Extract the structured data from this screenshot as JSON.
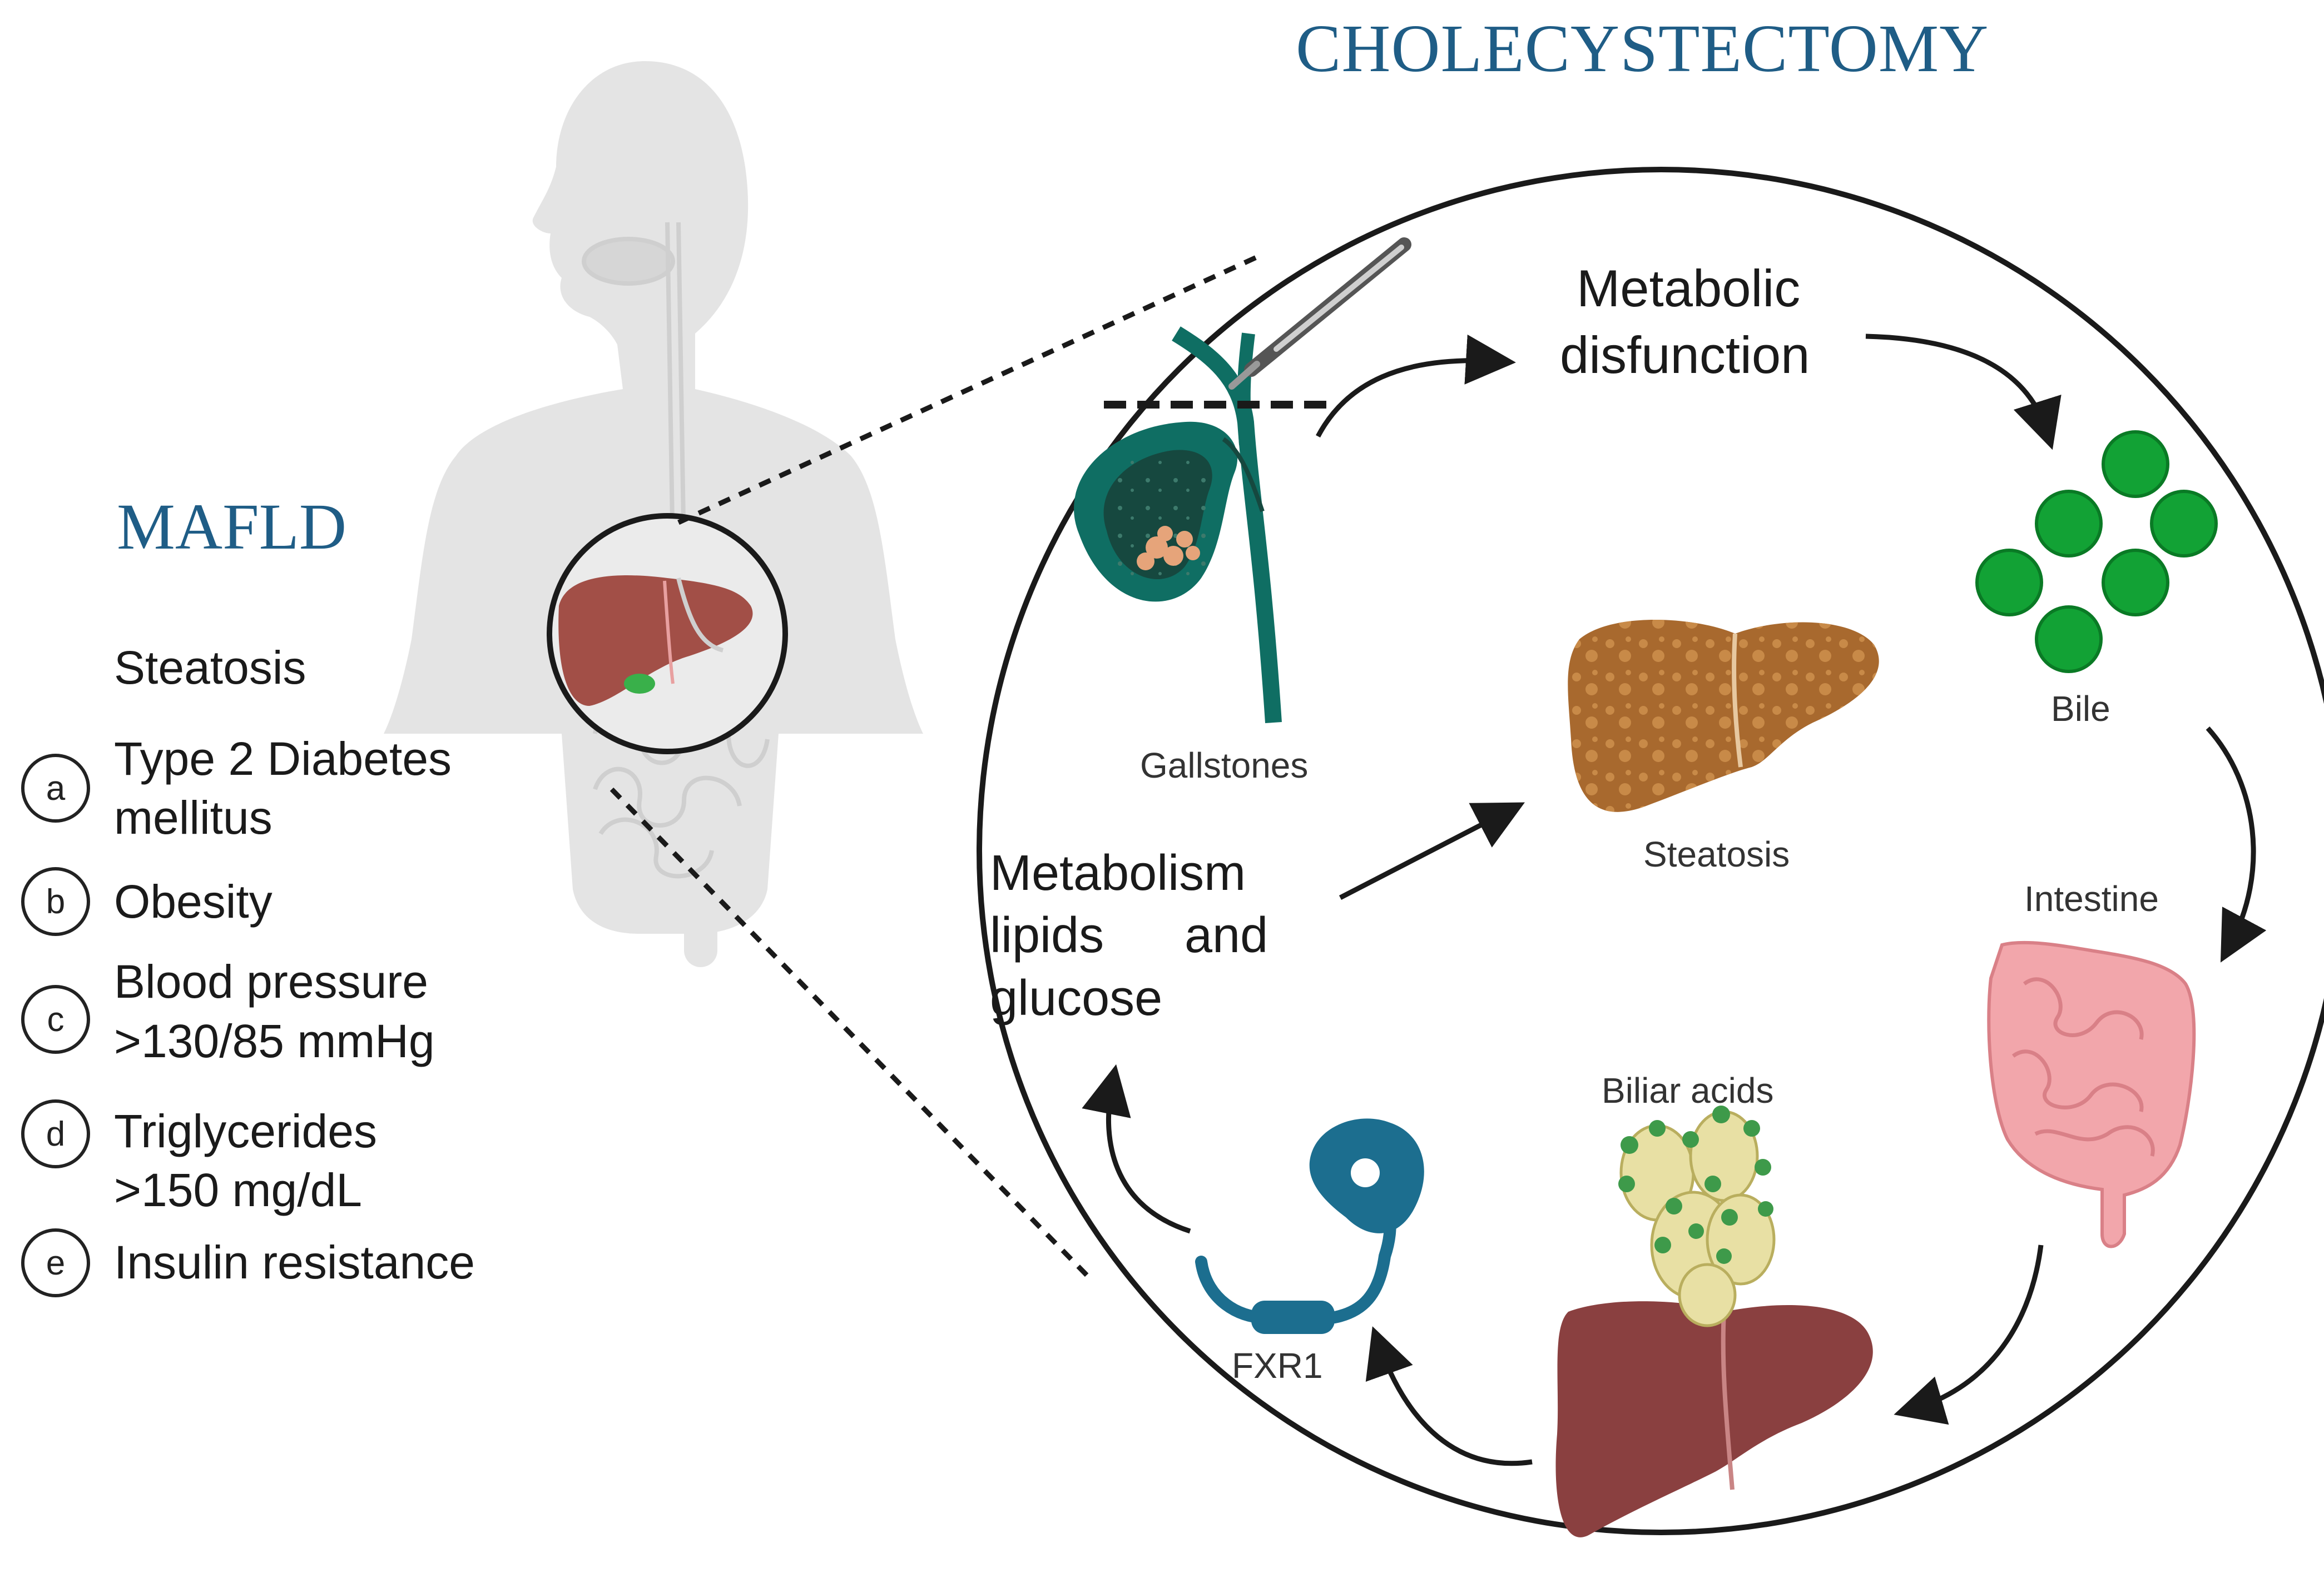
{
  "headings": {
    "main": "CHOLECYSTECTOMY",
    "left": "MAFLD"
  },
  "criteria": {
    "intro": "Steatosis",
    "items": [
      {
        "letter": "a",
        "line1": "Type 2 Diabetes",
        "line2": "mellitus"
      },
      {
        "letter": "b",
        "line1": "Obesity",
        "line2": ""
      },
      {
        "letter": "c",
        "line1": "Blood pressure",
        "line2": ">130/85 mmHg"
      },
      {
        "letter": "d",
        "line1": "Triglycerides",
        "line2": ">150 mg/dL"
      },
      {
        "letter": "e",
        "line1": "Insulin resistance",
        "line2": ""
      }
    ]
  },
  "cycle": {
    "metabolic_line1": "Metabolic",
    "metabolic_line2": "disfunction",
    "gallstones": "Gallstones",
    "bile": "Bile",
    "steatosis": "Steatosis",
    "intestine": "Intestine",
    "biliar_acids": "Biliar acids",
    "fxr": "FXR1",
    "metabolism_line1": "Metabolism",
    "metabolism_line2a": "lipids",
    "metabolism_line2b": "and",
    "metabolism_line3": "glucose"
  },
  "colors": {
    "heading": "#1f5d86",
    "body_silhouette": "#e3e3e3",
    "gallbladder": "#0f6e63",
    "bile_green": "#12a235",
    "steatosis_liver": "#a8692e",
    "liver": "#8a4040",
    "intestine": "#f2a6ab",
    "fxr": "#1c6e8f"
  }
}
